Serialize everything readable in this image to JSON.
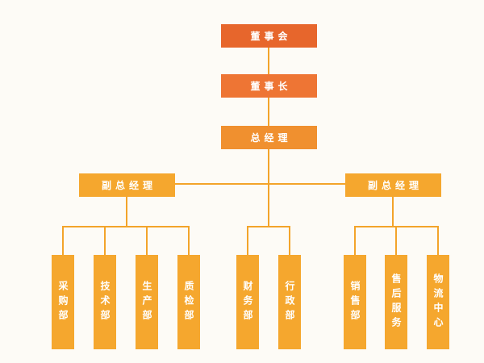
{
  "palette": {
    "background": "#FDFBF6",
    "board": "#E7662C",
    "chairman": "#EE7534",
    "general_manager": "#F0902F",
    "department": "#F5A72E",
    "connector": "#F3A42A",
    "text": "#FFFFFF"
  },
  "nodes": {
    "board": "董事会",
    "chairman": "董事长",
    "general_manager": "总经理",
    "deputy_gm_left": "副总经理",
    "deputy_gm_right": "副总经理",
    "dept_procurement": "采购部",
    "dept_technology": "技术部",
    "dept_production": "生产部",
    "dept_quality": "质检部",
    "dept_finance": "财务部",
    "dept_admin": "行政部",
    "dept_sales": "销售部",
    "dept_aftersales": "售后服务",
    "dept_logistics": "物流中心"
  },
  "hierarchy": {
    "chain": [
      "董事会",
      "董事长",
      "总经理"
    ],
    "general_manager_children": [
      "副总经理(左)",
      "财务部",
      "行政部",
      "副总经理(右)"
    ],
    "deputy_gm_left_children": [
      "采购部",
      "技术部",
      "生产部",
      "质检部"
    ],
    "deputy_gm_right_children": [
      "销售部",
      "售后服务",
      "物流中心"
    ]
  }
}
